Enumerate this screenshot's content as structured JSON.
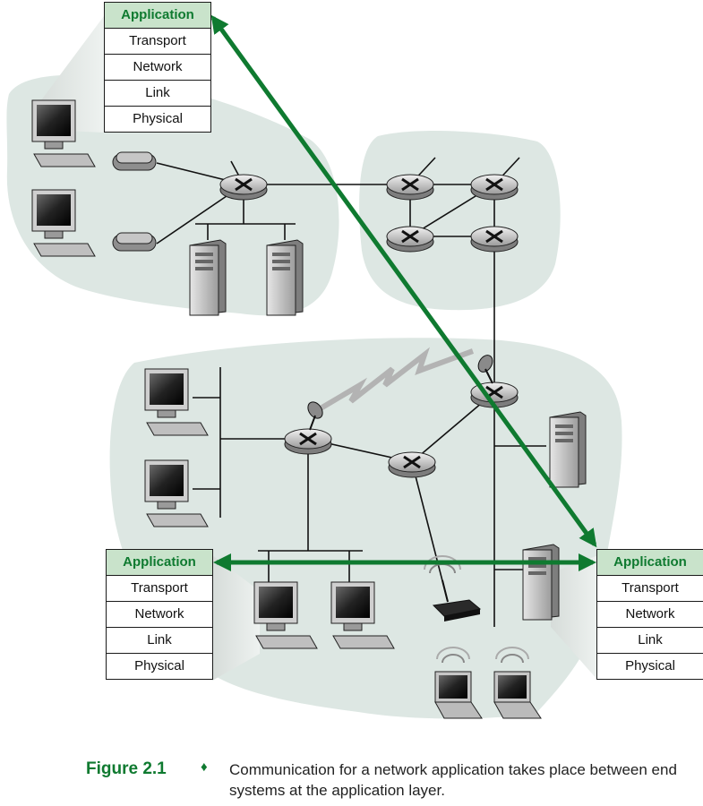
{
  "stacks": {
    "top_left": [
      "Application",
      "Transport",
      "Network",
      "Link",
      "Physical"
    ],
    "bottom_left": [
      "Application",
      "Transport",
      "Network",
      "Link",
      "Physical"
    ],
    "bottom_right": [
      "Application",
      "Transport",
      "Network",
      "Link",
      "Physical"
    ]
  },
  "caption": {
    "figure_label": "Figure 2.1",
    "separator": "♦",
    "text": "Communication for a network application takes place between end systems at the application layer."
  },
  "colors": {
    "accent_green": "#0f7a30",
    "application_fill": "#c9e3cb",
    "region_fill": "#dde7e3"
  }
}
